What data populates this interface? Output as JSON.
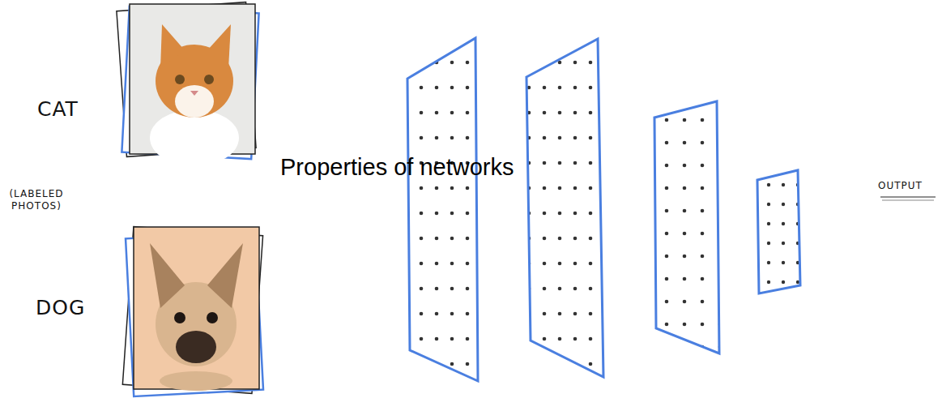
{
  "diagram": {
    "title": "Properties of networks",
    "labels": [
      "CAT",
      "(LABELED PHOTOS)",
      "DOG",
      "OUTPUT"
    ]
  }
}
